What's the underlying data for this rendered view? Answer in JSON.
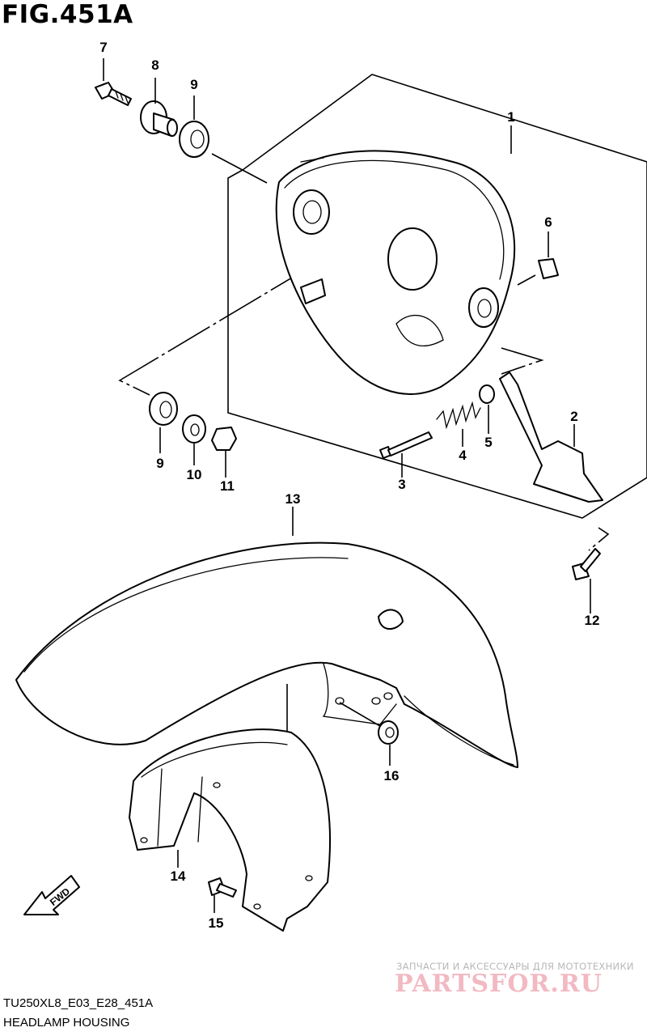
{
  "figure_title": "FIG.451A",
  "callouts": {
    "p1": "1",
    "p2": "2",
    "p3": "3",
    "p4": "4",
    "p5": "5",
    "p6": "6",
    "p7": "7",
    "p8": "8",
    "p9a": "9",
    "p9b": "9",
    "p10": "10",
    "p11": "11",
    "p12": "12",
    "p13": "13",
    "p14": "14",
    "p15": "15",
    "p16": "16"
  },
  "fwd_label": "FWD",
  "watermark": {
    "tagline": "ЗАПЧАСТИ И АКСЕССУАРЫ ДЛЯ МОТОТЕХНИКИ",
    "logo": "PARTSFOR.RU"
  },
  "footer": {
    "code": "TU250XL8_E03_E28_451A",
    "name": "HEADLAMP HOUSING"
  }
}
